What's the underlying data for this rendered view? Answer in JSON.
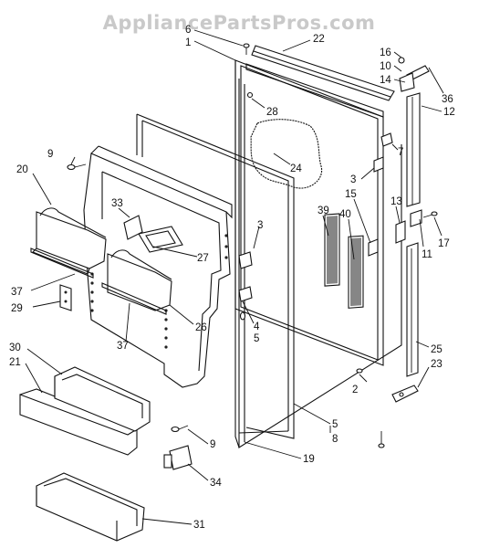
{
  "watermark": "AppliancePartsPros.com",
  "callouts": [
    {
      "id": "c6",
      "text": "6"
    },
    {
      "id": "c1",
      "text": "1"
    },
    {
      "id": "c22",
      "text": "22"
    },
    {
      "id": "c16",
      "text": "16"
    },
    {
      "id": "c10",
      "text": "10"
    },
    {
      "id": "c14",
      "text": "14"
    },
    {
      "id": "c36",
      "text": "36"
    },
    {
      "id": "c12",
      "text": "12"
    },
    {
      "id": "c28",
      "text": "28"
    },
    {
      "id": "c7",
      "text": "7"
    },
    {
      "id": "c24",
      "text": "24"
    },
    {
      "id": "c3a",
      "text": "3"
    },
    {
      "id": "c15",
      "text": "15"
    },
    {
      "id": "c9a",
      "text": "9"
    },
    {
      "id": "c20",
      "text": "20"
    },
    {
      "id": "c33",
      "text": "33"
    },
    {
      "id": "c39",
      "text": "39"
    },
    {
      "id": "c40",
      "text": "40"
    },
    {
      "id": "c13",
      "text": "13"
    },
    {
      "id": "c17",
      "text": "17"
    },
    {
      "id": "c11",
      "text": "11"
    },
    {
      "id": "c3b",
      "text": "3"
    },
    {
      "id": "c27",
      "text": "27"
    },
    {
      "id": "c37a",
      "text": "37"
    },
    {
      "id": "c29",
      "text": "29"
    },
    {
      "id": "c4",
      "text": "4"
    },
    {
      "id": "c5a",
      "text": "5"
    },
    {
      "id": "c26",
      "text": "26"
    },
    {
      "id": "c37b",
      "text": "37"
    },
    {
      "id": "c25",
      "text": "25"
    },
    {
      "id": "c30",
      "text": "30"
    },
    {
      "id": "c21",
      "text": "21"
    },
    {
      "id": "c23",
      "text": "23"
    },
    {
      "id": "c2",
      "text": "2"
    },
    {
      "id": "c5b",
      "text": "5"
    },
    {
      "id": "c8",
      "text": "8"
    },
    {
      "id": "c9b",
      "text": "9"
    },
    {
      "id": "c19",
      "text": "19"
    },
    {
      "id": "c34",
      "text": "34"
    },
    {
      "id": "c31",
      "text": "31"
    }
  ]
}
